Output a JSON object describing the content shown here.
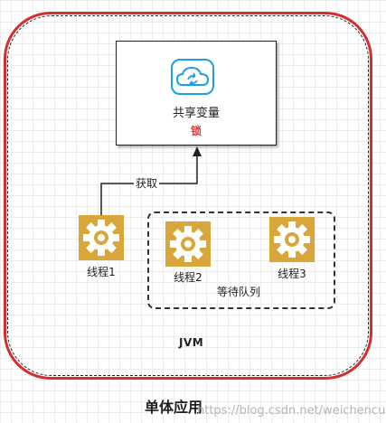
{
  "app": {
    "label": "单体应用"
  },
  "jvm": {
    "label": "JVM"
  },
  "shared": {
    "label": "共享变量",
    "lock_label": "锁",
    "icon": "cloud-sync-icon"
  },
  "edge": {
    "label": "获取"
  },
  "threads": {
    "thread1": "线程1",
    "thread2": "线程2",
    "thread3": "线程3",
    "icon": "gear-icon"
  },
  "queue": {
    "label": "等待队列"
  },
  "watermark": "https://blog.csdn.net/weichencui",
  "colors": {
    "app_border": "#d32f2f",
    "gear": "#d9a63c",
    "cloud": "#1ba1e2",
    "lock": "#e53935"
  }
}
